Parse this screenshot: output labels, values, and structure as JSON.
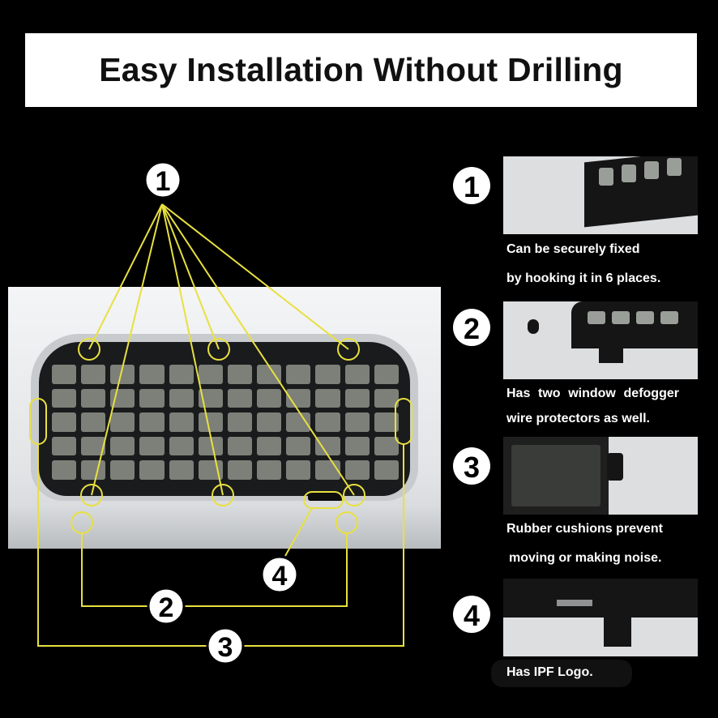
{
  "title": "Easy Installation Without Drilling",
  "callout_numbers": [
    "1",
    "2",
    "3",
    "4"
  ],
  "features": [
    {
      "number": "1",
      "lines": [
        "Can be securely fixed",
        "by hooking it in 6 places."
      ]
    },
    {
      "number": "2",
      "lines": [
        "Has two window defogger",
        "wire protectors as well."
      ]
    },
    {
      "number": "3",
      "lines": [
        "Rubber cushions prevent",
        "moving or making noise."
      ]
    },
    {
      "number": "4",
      "lines": [
        "Has IPF Logo."
      ]
    }
  ],
  "colors": {
    "callout": "#e8e040",
    "background": "#000000",
    "title_box": "#ffffff"
  }
}
